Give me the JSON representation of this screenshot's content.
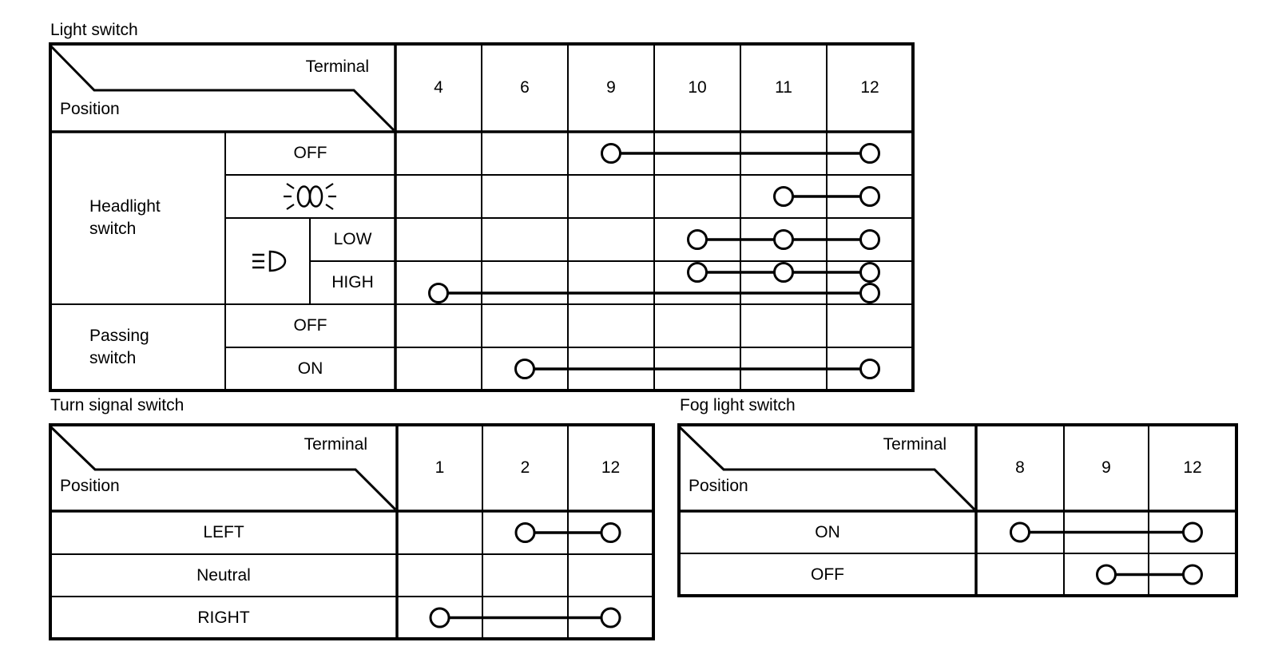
{
  "colors": {
    "line": "#000000",
    "background": "#ffffff"
  },
  "tables": {
    "light": {
      "title": "Light switch",
      "corner": {
        "terminal": "Terminal",
        "position": "Position"
      },
      "terminals": [
        "4",
        "6",
        "9",
        "10",
        "11",
        "12"
      ],
      "groups": [
        {
          "label": "Headlight switch"
        },
        {
          "label": "Passing switch"
        }
      ],
      "icons": {
        "parking": "parking-lights-icon",
        "beam": "headlight-beam-icon"
      },
      "rows": [
        {
          "label": "OFF"
        },
        {
          "icon": "parking-lights-icon"
        },
        {
          "label": "LOW"
        },
        {
          "label": "HIGH"
        },
        {
          "label": "OFF"
        },
        {
          "label": "ON"
        }
      ],
      "connections": [
        {
          "position": "OFF",
          "row": 0,
          "terminals": [
            "9",
            "12"
          ]
        },
        {
          "position": "parking-lights",
          "row": 1,
          "terminals": [
            "11",
            "12"
          ]
        },
        {
          "position": "LOW",
          "row": 2,
          "terminals": [
            "10",
            "11",
            "12"
          ]
        },
        {
          "position": "HIGH",
          "row": 3,
          "terminals": [
            "10",
            "11",
            "12"
          ]
        },
        {
          "position": "HIGH",
          "row": 3,
          "terminals": [
            "4",
            "12"
          ]
        },
        {
          "position": "ON",
          "row": 5,
          "terminals": [
            "6",
            "12"
          ]
        }
      ]
    },
    "turn": {
      "title": "Turn signal switch",
      "corner": {
        "terminal": "Terminal",
        "position": "Position"
      },
      "terminals": [
        "1",
        "2",
        "12"
      ],
      "rows": [
        {
          "label": "LEFT"
        },
        {
          "label": "Neutral"
        },
        {
          "label": "RIGHT"
        }
      ],
      "connections": [
        {
          "position": "LEFT",
          "row": 0,
          "terminals": [
            "2",
            "12"
          ]
        },
        {
          "position": "RIGHT",
          "row": 2,
          "terminals": [
            "1",
            "12"
          ]
        }
      ]
    },
    "fog": {
      "title": "Fog light switch",
      "corner": {
        "terminal": "Terminal",
        "position": "Position"
      },
      "terminals": [
        "8",
        "9",
        "12"
      ],
      "rows": [
        {
          "label": "ON"
        },
        {
          "label": "OFF"
        }
      ],
      "connections": [
        {
          "position": "ON",
          "row": 0,
          "terminals": [
            "8",
            "12"
          ]
        },
        {
          "position": "OFF",
          "row": 1,
          "terminals": [
            "9",
            "12"
          ]
        }
      ]
    }
  }
}
